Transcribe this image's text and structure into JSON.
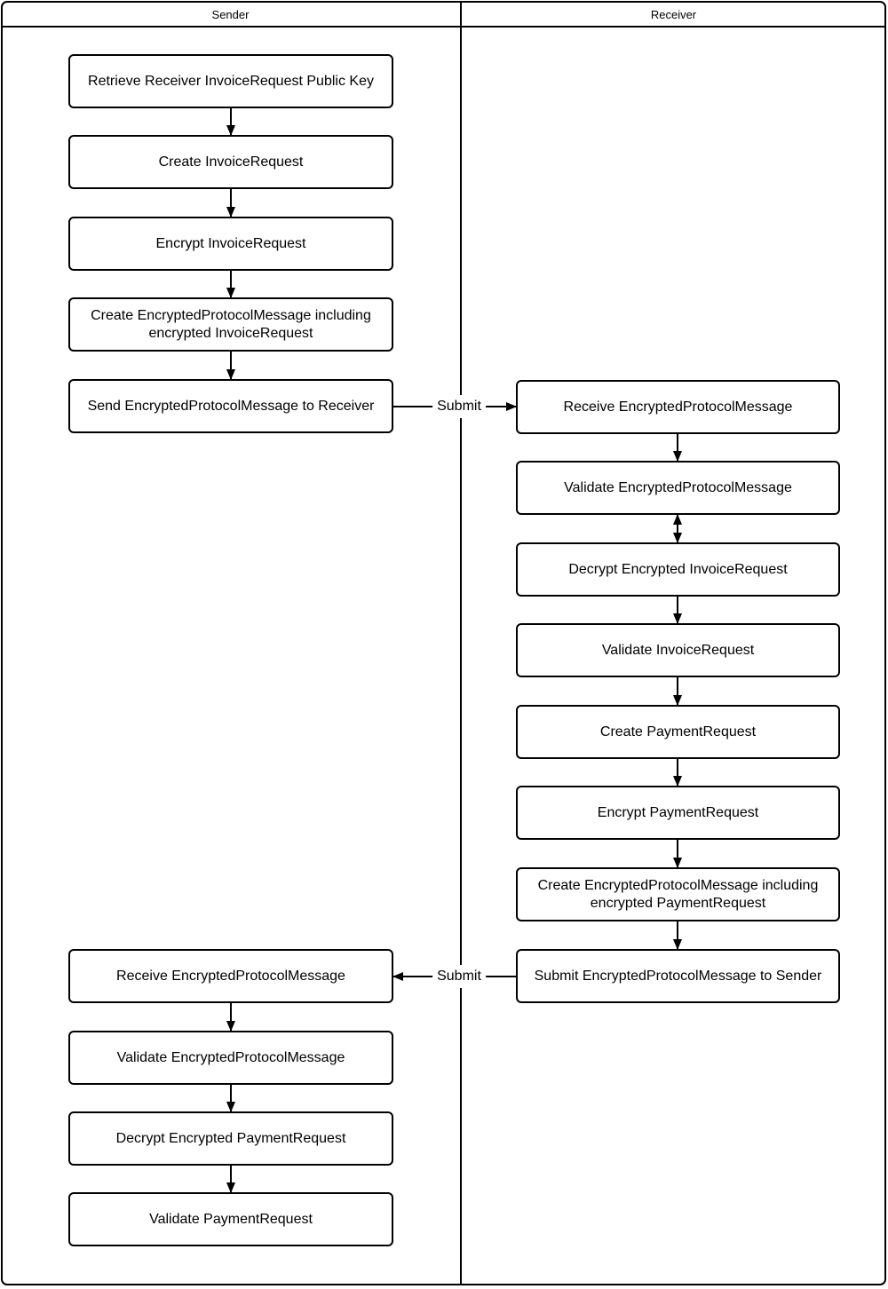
{
  "diagram": {
    "lanes": [
      {
        "label": "Sender"
      },
      {
        "label": "Receiver"
      }
    ],
    "sender_steps": [
      "Retrieve Receiver InvoiceRequest Public Key",
      "Create InvoiceRequest",
      "Encrypt InvoiceRequest",
      "Create EncryptedProtocolMessage including encrypted InvoiceRequest",
      "Send EncryptedProtocolMessage to Receiver",
      "Receive EncryptedProtocolMessage",
      "Validate EncryptedProtocolMessage",
      "Decrypt Encrypted PaymentRequest",
      "Validate PaymentRequest"
    ],
    "receiver_steps": [
      "Receive EncryptedProtocolMessage",
      "Validate EncryptedProtocolMessage",
      "Decrypt Encrypted InvoiceRequest",
      "Validate InvoiceRequest",
      "Create PaymentRequest",
      "Encrypt PaymentRequest",
      "Create EncryptedProtocolMessage including encrypted PaymentRequest",
      "Submit EncryptedProtocolMessage to Sender"
    ],
    "messages": [
      {
        "label": "Submit",
        "direction": "sender-to-receiver"
      },
      {
        "label": "Submit",
        "direction": "receiver-to-sender"
      }
    ],
    "edges": {
      "sender_flow": "sequential top-to-bottom",
      "receiver_flow": "sequential top-to-bottom",
      "bidirectional_edge": "Validate EncryptedProtocolMessage <-> Decrypt Encrypted InvoiceRequest"
    },
    "colors": {
      "stroke": "#000000",
      "node_fill": "#ffffff",
      "text": "#000000",
      "background": "#ffffff"
    }
  }
}
